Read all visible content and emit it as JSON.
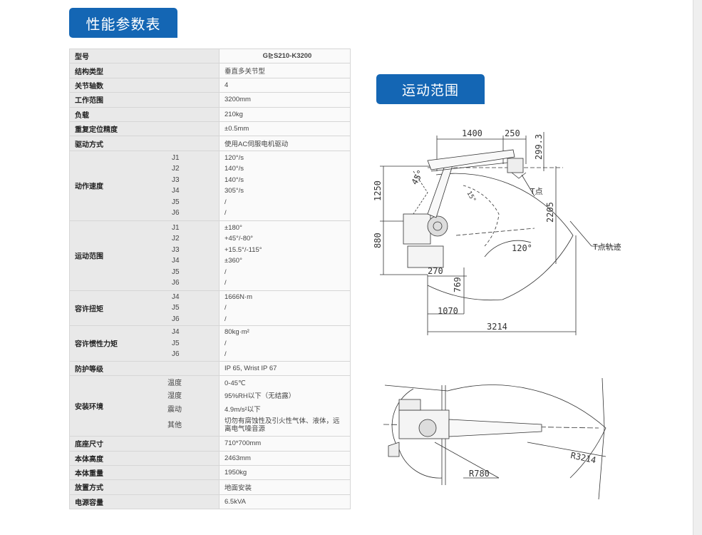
{
  "perf_title": "性能参数表",
  "motion_title": "运动范围",
  "table": {
    "model": {
      "label": "型号",
      "value": "G⊵S210-K3200"
    },
    "structure": {
      "label": "结构类型",
      "value": "垂直多关节型"
    },
    "axes": {
      "label": "关节轴数",
      "value": "4"
    },
    "work_range": {
      "label": "工作范围",
      "value": "3200mm"
    },
    "payload": {
      "label": "负载",
      "value": "210kg"
    },
    "repeatability": {
      "label": "重复定位精度",
      "value": "±0.5mm"
    },
    "drive": {
      "label": "驱动方式",
      "value": "使用AC伺服电机驱动"
    },
    "speed": {
      "label": "动作速度",
      "joints": [
        "J1",
        "J2",
        "J3",
        "J4",
        "J5",
        "J6"
      ],
      "values": [
        "120°/s",
        "140°/s",
        "140°/s",
        "305°/s",
        "/",
        "/"
      ]
    },
    "motion_range": {
      "label": "运动范围",
      "joints": [
        "J1",
        "J2",
        "J3",
        "J4",
        "J5",
        "J6"
      ],
      "values": [
        "±180°",
        "+45°/-80°",
        "+15.5°/-115°",
        "±360°",
        "/",
        "/"
      ]
    },
    "torque": {
      "label": "容许扭矩",
      "joints": [
        "J4",
        "J5",
        "J6"
      ],
      "values": [
        "1666N·m",
        "/",
        "/"
      ]
    },
    "inertia": {
      "label": "容许惯性力矩",
      "joints": [
        "J4",
        "J5",
        "J6"
      ],
      "values": [
        "80kg·m²",
        "/",
        "/"
      ]
    },
    "protection": {
      "label": "防护等级",
      "value": "IP 65, Wrist IP 67"
    },
    "environment": {
      "label": "安装环境",
      "items": [
        "温度",
        "湿度",
        "震动",
        "其他"
      ],
      "values": [
        "0-45℃",
        "95%RH以下（无结露）",
        "4.9m/s²以下",
        "切勿有腐蚀性及引火性气体、液体，远离电气噪音源"
      ]
    },
    "base_size": {
      "label": "底座尺寸",
      "value": "710*700mm"
    },
    "height": {
      "label": "本体高度",
      "value": "2463mm"
    },
    "weight": {
      "label": "本体重量",
      "value": "1950kg"
    },
    "mounting": {
      "label": "放置方式",
      "value": "地面安装"
    },
    "power": {
      "label": "电源容量",
      "value": "6.5kVA"
    }
  },
  "side_view": {
    "dims": [
      "1400",
      "250",
      "299.3",
      "1250",
      "2205",
      "880",
      "270",
      "769",
      "1070",
      "3214"
    ],
    "angles": [
      "45°",
      "120°",
      "15°"
    ],
    "labels": {
      "t_point": "T点",
      "t_trace": "T点轨迹"
    }
  },
  "top_view": {
    "dims": [
      "R3214",
      "R780"
    ]
  }
}
